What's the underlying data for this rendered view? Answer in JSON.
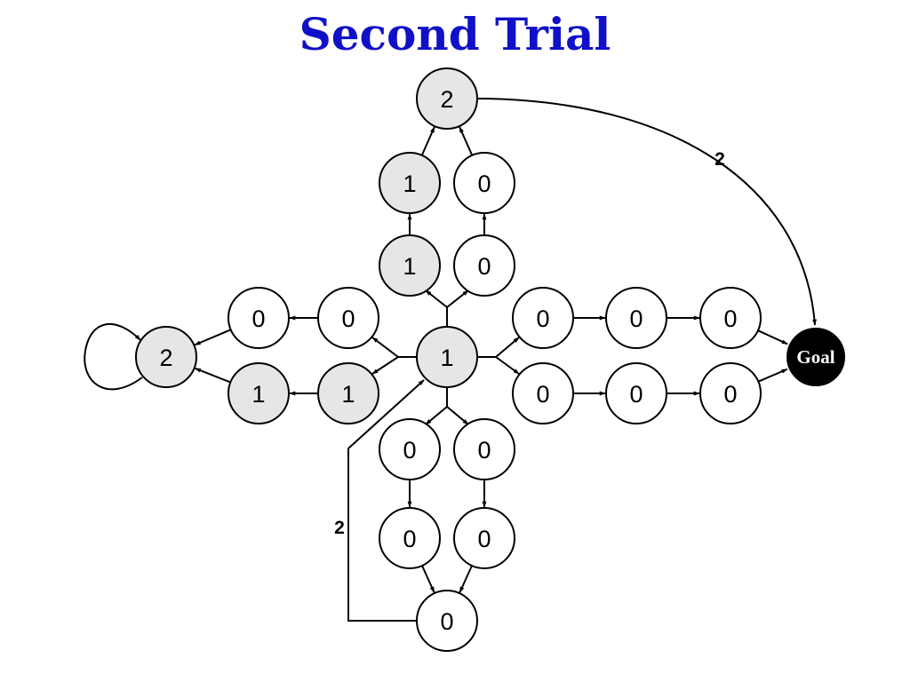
{
  "title": "Second Trial",
  "colors": {
    "visited_fill": "#e6e6e6",
    "unvisited_fill": "#ffffff",
    "goal_fill": "#000000",
    "goal_text": "#ffffff",
    "title": "#1010c8",
    "stroke": "#000000"
  },
  "nodes": [
    {
      "id": "n_top",
      "value": "2",
      "visited": true
    },
    {
      "id": "n_u2a",
      "value": "1",
      "visited": true
    },
    {
      "id": "n_u2b",
      "value": "0",
      "visited": false
    },
    {
      "id": "n_u1a",
      "value": "1",
      "visited": true
    },
    {
      "id": "n_u1b",
      "value": "0",
      "visited": false
    },
    {
      "id": "n_la2",
      "value": "0",
      "visited": false
    },
    {
      "id": "n_la1",
      "value": "0",
      "visited": false
    },
    {
      "id": "n_lb2",
      "value": "1",
      "visited": true
    },
    {
      "id": "n_lb1",
      "value": "1",
      "visited": true
    },
    {
      "id": "n_left",
      "value": "2",
      "visited": true
    },
    {
      "id": "n_center",
      "value": "1",
      "visited": true
    },
    {
      "id": "n_ra1",
      "value": "0",
      "visited": false
    },
    {
      "id": "n_ra2",
      "value": "0",
      "visited": false
    },
    {
      "id": "n_ra3",
      "value": "0",
      "visited": false
    },
    {
      "id": "n_rb1",
      "value": "0",
      "visited": false
    },
    {
      "id": "n_rb2",
      "value": "0",
      "visited": false
    },
    {
      "id": "n_rb3",
      "value": "0",
      "visited": false
    },
    {
      "id": "n_d1a",
      "value": "0",
      "visited": false
    },
    {
      "id": "n_d1b",
      "value": "0",
      "visited": false
    },
    {
      "id": "n_d2a",
      "value": "0",
      "visited": false
    },
    {
      "id": "n_d2b",
      "value": "0",
      "visited": false
    },
    {
      "id": "n_bottom",
      "value": "0",
      "visited": false
    },
    {
      "id": "n_goal",
      "value": "Goal",
      "goal": true
    }
  ],
  "edge_labels": [
    {
      "id": "top_to_goal",
      "text": "2"
    },
    {
      "id": "bottom_to_center",
      "text": "2"
    }
  ]
}
